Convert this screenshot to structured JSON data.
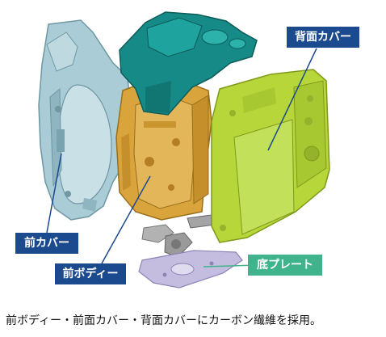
{
  "labels": {
    "rear_cover": "背面カバー",
    "front_cover": "前カバー",
    "front_body": "前ボディー",
    "bottom_plate": "底プレート"
  },
  "caption": "前ボディー・前面カバー・背面カバーにカーボン繊維を採用。",
  "colors": {
    "label_blue": "#1c4a8e",
    "label_green": "#3fb38c",
    "front_cover_part": "#a9ccd6",
    "front_body_part": "#d9a43c",
    "top_part": "#168a86",
    "rear_cover_part": "#b6d63a",
    "bottom_plate_part": "#b9b3d8",
    "mechanism_part": "#9a9a9a"
  }
}
